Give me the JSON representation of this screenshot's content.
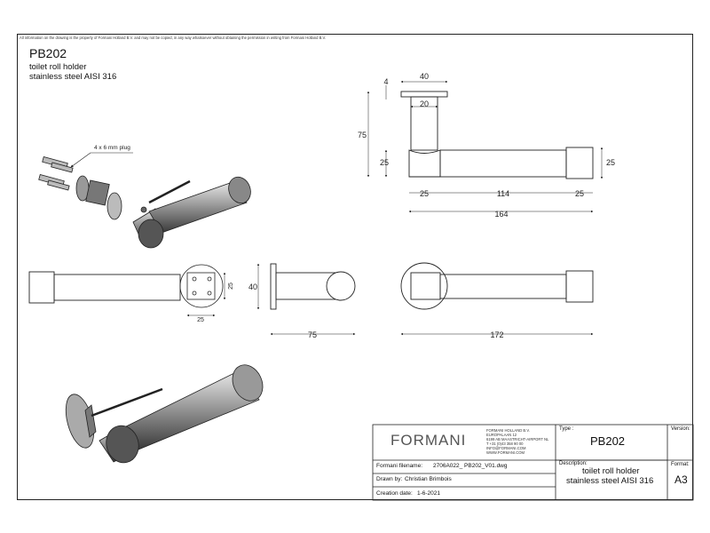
{
  "sheet": {
    "disclaimer": "All information on the drawing is the property of Formani Holland B.V. and may not be copied, in any way whatsoever without obtaining the permission in writing from Formani Holland B.V.",
    "product_code": "PB202",
    "product_name": "toilet roll holder",
    "material": "stainless steel AISI 316",
    "callout_plug": "4 x 6 mm plug"
  },
  "dimensions": {
    "front": {
      "top_width": "40",
      "plate_thickness": "4",
      "stem_width": "20",
      "height": "75",
      "end_height_left": "25",
      "end_height_right": "25",
      "seg_left": "25",
      "seg_mid": "114",
      "seg_right": "25",
      "total": "164"
    },
    "plate": {
      "width": "25",
      "height": "25",
      "diameter": "40"
    },
    "side": {
      "depth": "75"
    },
    "top": {
      "length": "172"
    }
  },
  "title_block": {
    "brand": "FORMANI",
    "address_lines": [
      "FORMANI HOLLAND B.V.",
      "EUROPALAAN 12",
      "6199 AB MAASTRICHT-AIRPORT NL",
      "T +31 (0)43 358 90 00",
      "INFO@FORMANI.COM",
      "WWW.FORMANI.COM"
    ],
    "type_label": "Type :",
    "type_value": "PB202",
    "version_label": "Version:",
    "version_value": "",
    "filename_label": "Formani filename:",
    "filename_value": "2706A022_ PB202_V01.dwg",
    "description_label": "Description:",
    "description_line1": "toilet roll holder",
    "description_line2": "stainless steel AISI 316",
    "format_label": "Format:",
    "format_value": "A3",
    "drawn_label": "Drawn by:",
    "drawn_value": "Christian Brimbois",
    "created_label": "Creation date:",
    "created_value": "1-6-2021"
  }
}
